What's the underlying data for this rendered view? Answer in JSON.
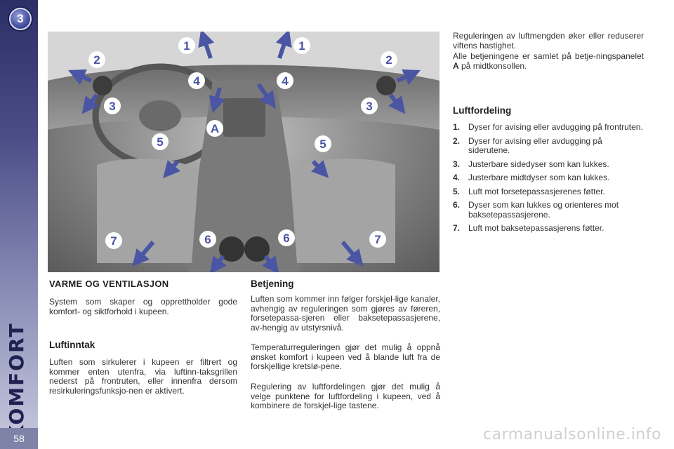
{
  "chapter": {
    "number": "3",
    "title": "KOMFORT"
  },
  "page_number": "58",
  "illustration": {
    "labels": [
      "1",
      "1",
      "2",
      "2",
      "3",
      "3",
      "4",
      "4",
      "5",
      "5",
      "6",
      "6",
      "7",
      "7",
      "A"
    ],
    "accent_color": "#4a55a3"
  },
  "left_column": {
    "heading": "VARME OG VENTILASJON",
    "intro": "System som skaper og opprettholder gode komfort- og siktforhold i kupeen.",
    "subheading": "Luftinntak",
    "body": "Luften som sirkulerer i kupeen er filtrert og kommer enten utenfra, via luftinn-taksgrillen nederst på frontruten, eller innenfra dersom resirkuleringsfunksjo-nen er aktivert."
  },
  "middle_column": {
    "heading": "Betjening",
    "paragraphs": [
      "Luften som kommer inn følger forskjel-lige kanaler, avhengig av reguleringen som gjøres av føreren, forsetepassa-sjeren eller baksetepassasjerene, av-hengig av utstyrsnivå.",
      "Temperaturreguleringen gjør det mulig å oppnå ønsket komfort i kupeen ved å blande luft fra de forskjellige kretslø-pene.",
      "Regulering av luftfordelingen gjør det mulig å velge punktene for luftfordeling i kupeen, ved å kombinere de forskjel-lige tastene."
    ]
  },
  "right_column": {
    "intro1": "Reguleringen av luftmengden øker eller reduserer viftens hastighet.",
    "intro2_before": "Alle betjeningene er samlet på betje-ningspanelet ",
    "intro2_bold": "A",
    "intro2_after": " på midtkonsollen.",
    "heading": "Luftfordeling",
    "items": [
      {
        "num": "1.",
        "text": "Dyser for avising eller avdugging på frontruten."
      },
      {
        "num": "2.",
        "text": "Dyser for avising eller avdugging på siderutene."
      },
      {
        "num": "3.",
        "text": "Justerbare sidedyser som kan lukkes."
      },
      {
        "num": "4.",
        "text": "Justerbare midtdyser som kan lukkes."
      },
      {
        "num": "5.",
        "text": "Luft mot forsetepassasjerenes føtter."
      },
      {
        "num": "6.",
        "text": "Dyser som kan lukkes og orienteres mot baksetepassasjerene."
      },
      {
        "num": "7.",
        "text": "Luft mot baksetepassasjerens føtter."
      }
    ]
  },
  "watermark": "carmanualsonline.info"
}
